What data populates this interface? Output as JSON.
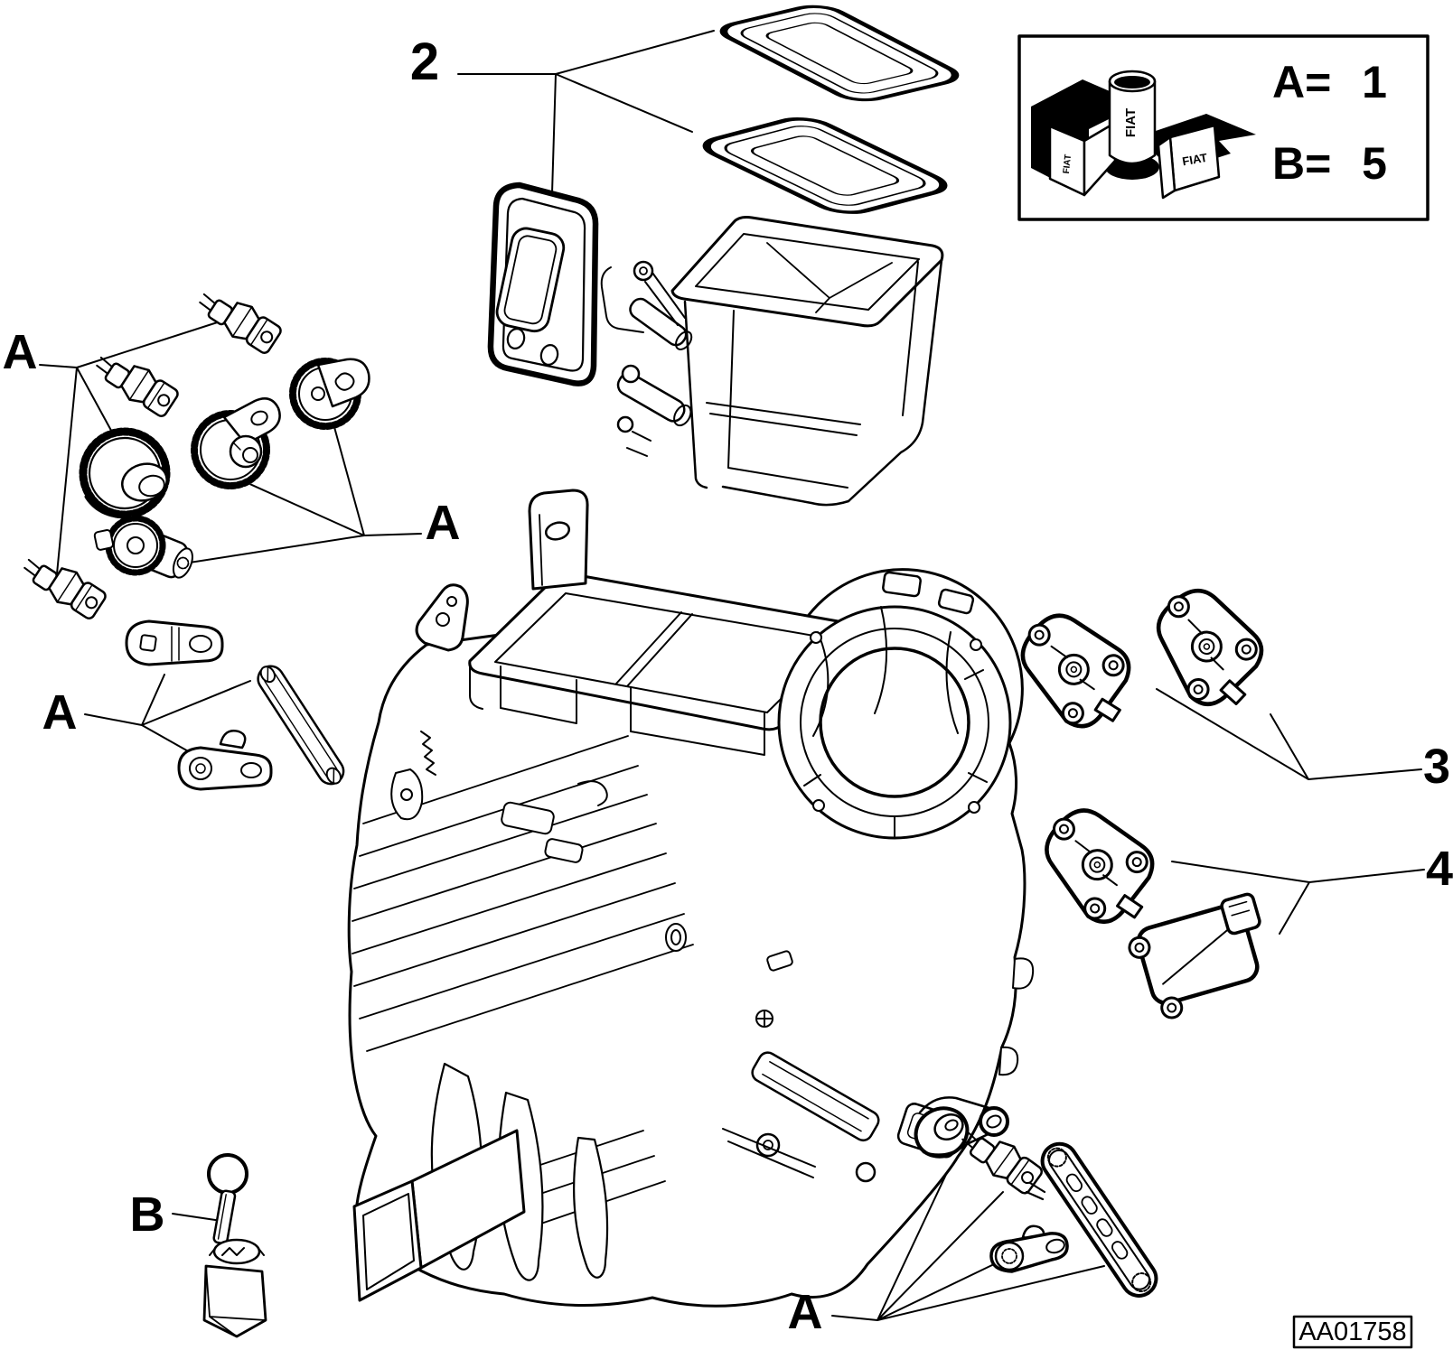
{
  "figure": {
    "background": "#ffffff",
    "line_color": "#000000",
    "callouts": {
      "item2": "2",
      "item3": "3",
      "item4": "4",
      "kit_a_gears": "A",
      "kit_a_gears_right": "A",
      "kit_a_levers": "A",
      "kit_a_bottom": "A",
      "kit_b": "B"
    },
    "legend": {
      "rows": [
        {
          "key": "A=",
          "value": "1"
        },
        {
          "key": "B=",
          "value": "5"
        }
      ]
    },
    "brand": "FIAT",
    "drawing_code": "AA01758"
  }
}
